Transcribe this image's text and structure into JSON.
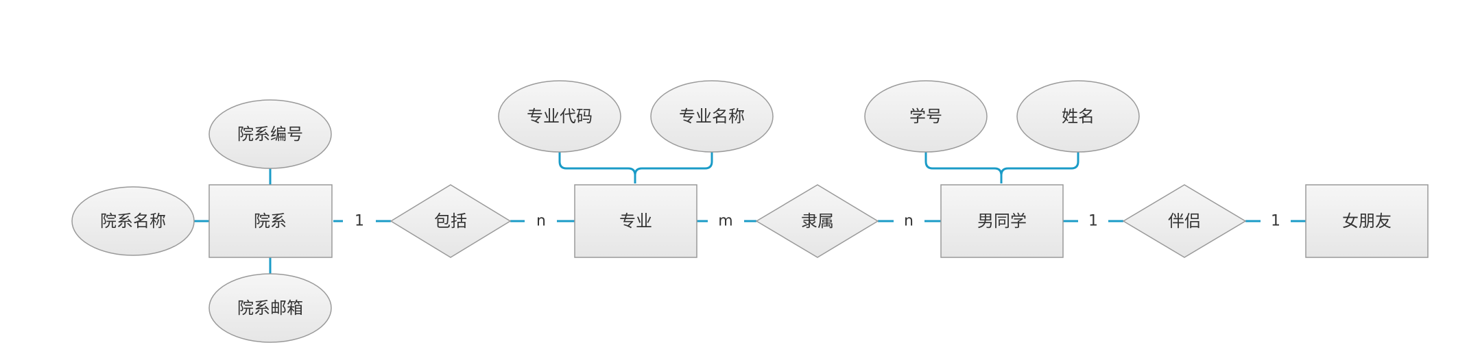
{
  "diagram": {
    "entities": {
      "department": "院系",
      "major": "专业",
      "male_student": "男同学",
      "girlfriend": "女朋友"
    },
    "relationships": {
      "include": "包括",
      "belong": "隶属",
      "partner": "伴侣"
    },
    "attributes": {
      "department_no": "院系编号",
      "department_name": "院系名称",
      "department_email": "院系邮箱",
      "major_code": "专业代码",
      "major_name": "专业名称",
      "student_no": "学号",
      "student_name": "姓名"
    },
    "cardinalities": {
      "dept_include": "1",
      "include_major": "n",
      "major_belong": "m",
      "belong_student": "n",
      "student_partner": "1",
      "partner_girlfriend": "1"
    },
    "colors": {
      "line": "#1a9bc7",
      "node_fill": "#eeeeee",
      "node_stroke": "#999999",
      "text": "#333333"
    }
  }
}
